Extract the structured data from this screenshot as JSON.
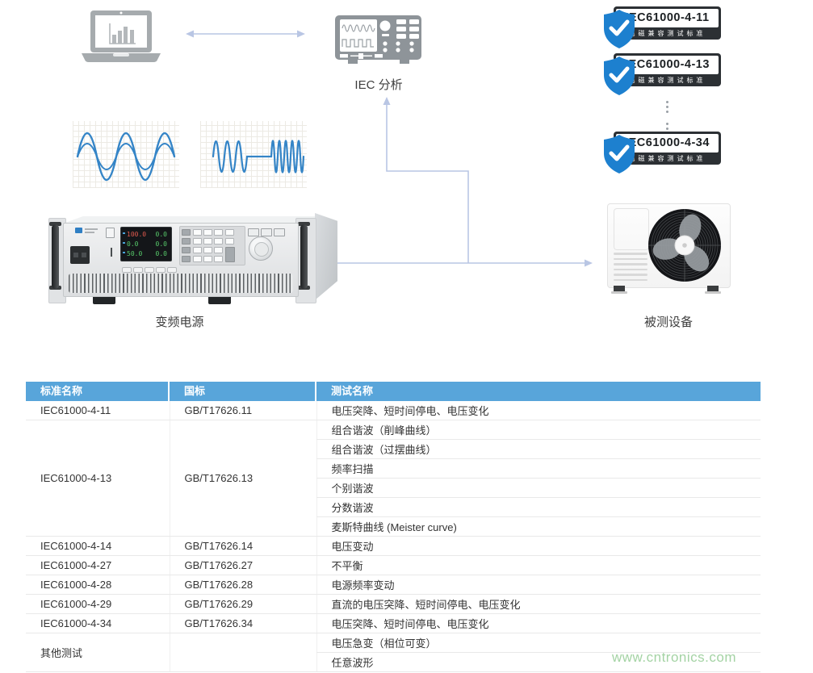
{
  "diagram": {
    "analyzer_label": "IEC 分析",
    "power_source_label": "变频电源",
    "dut_label": "被测设备",
    "badges": [
      {
        "title": "IEC61000-4-11",
        "subtitle": "电磁兼容测试标准"
      },
      {
        "title": "IEC61000-4-13",
        "subtitle": "电磁兼容测试标准"
      },
      {
        "title": "IEC61000-4-34",
        "subtitle": "电磁兼容测试标准"
      }
    ],
    "device_display": {
      "rows": [
        {
          "left": "100.0",
          "right": "0.0"
        },
        {
          "left": "0.0",
          "right": "0.0"
        },
        {
          "left": "50.0",
          "right": "0.0"
        }
      ]
    }
  },
  "table": {
    "headers": [
      "标准名称",
      "国标",
      "测试名称"
    ],
    "rows": [
      {
        "standard": "IEC61000-4-11",
        "gb": "GB/T17626.11",
        "tests": [
          "电压突降、短时间停电、电压变化"
        ]
      },
      {
        "standard": "IEC61000-4-13",
        "gb": "GB/T17626.13",
        "tests": [
          "组合谐波（削峰曲线）",
          "组合谐波（过摆曲线）",
          "频率扫描",
          "个别谐波",
          "分数谐波",
          "麦斯特曲线 (Meister curve)"
        ]
      },
      {
        "standard": "IEC61000-4-14",
        "gb": "GB/T17626.14",
        "tests": [
          "电压变动"
        ]
      },
      {
        "standard": "IEC61000-4-27",
        "gb": "GB/T17626.27",
        "tests": [
          "不平衡"
        ]
      },
      {
        "standard": "IEC61000-4-28",
        "gb": "GB/T17626.28",
        "tests": [
          "电源频率变动"
        ]
      },
      {
        "standard": "IEC61000-4-29",
        "gb": "GB/T17626.29",
        "tests": [
          "直流的电压突降、短时间停电、电压变化"
        ]
      },
      {
        "standard": "IEC61000-4-34",
        "gb": "GB/T17626.34",
        "tests": [
          "电压突降、短时间停电、电压变化"
        ]
      },
      {
        "standard": "其他测试",
        "gb": "",
        "tests": [
          "电压急变（相位可变）",
          "任意波形"
        ]
      }
    ]
  },
  "watermark": "www.cntronics.com",
  "colors": {
    "header_blue": "#58a5da",
    "shield_blue": "#1d80cf",
    "line_blue": "#b9c6e4",
    "watermark_green": "#a4d3a4",
    "display_green": "#57c96a",
    "display_red": "#e05a4e"
  }
}
